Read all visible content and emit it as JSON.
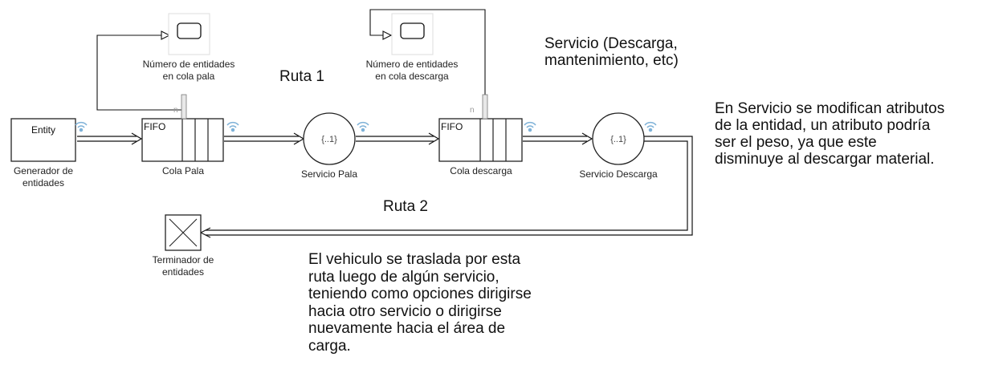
{
  "blocks": {
    "generator": {
      "text": "Entity",
      "label_line1": "Generador de",
      "label_line2": "entidades"
    },
    "queue_pala": {
      "text": "FIFO",
      "label": "Cola Pala",
      "port": "n"
    },
    "service_pala": {
      "text": "{..1}",
      "label": "Servicio Pala"
    },
    "queue_descarga": {
      "text": "FIFO",
      "label": "Cola descarga",
      "port": "n"
    },
    "service_descarga": {
      "text": "{..1}",
      "label": "Servicio Descarga"
    },
    "scope_pala": {
      "label_line1": "Número de entidades",
      "label_line2": "en cola pala"
    },
    "scope_descarga": {
      "label_line1": "Número de entidades",
      "label_line2": "en cola descarga"
    },
    "terminator": {
      "label_line1": "Terminador de",
      "label_line2": "entidades"
    }
  },
  "annotations": {
    "ruta1": "Ruta 1",
    "ruta2": "Ruta 2",
    "servicio": [
      "Servicio (Descarga,",
      "mantenimiento, etc)"
    ],
    "servicio_desc": [
      "En Servicio se modifican atributos",
      "de la entidad, un atributo podría",
      "ser el peso, ya que este",
      "disminuye al descargar material."
    ],
    "vehiculo": [
      "El vehiculo se traslada por esta",
      "ruta luego de algún servicio,",
      "teniendo como opciones dirigirse",
      "hacia otro servicio o dirigirse",
      "nuevamente hacia el área de",
      "carga."
    ]
  },
  "colors": {
    "line": "#111111",
    "signal_icon": "#7fb2d8",
    "block_border": "#222222"
  }
}
